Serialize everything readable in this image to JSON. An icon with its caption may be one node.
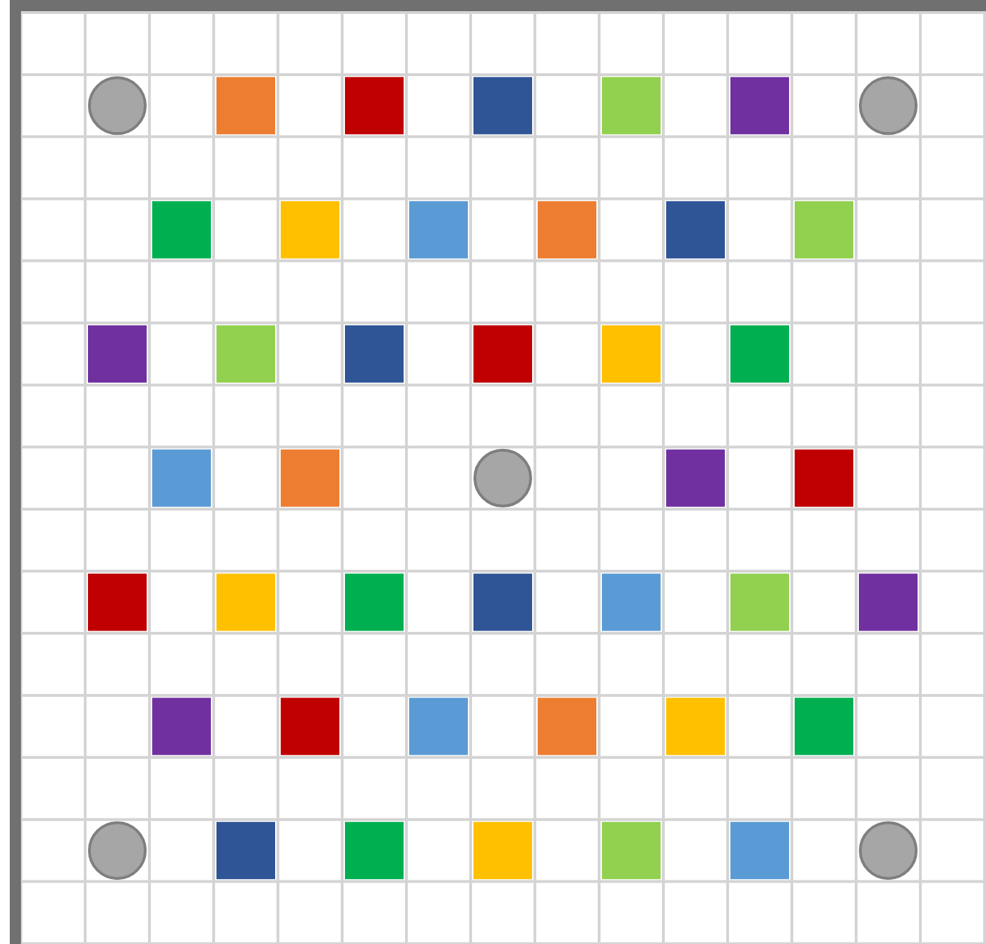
{
  "diagram": {
    "nodes": [
      {
        "text": [],
        "shape": "circle"
      },
      {
        "text": [],
        "shape": "box"
      },
      {
        "text": [],
        "shape": "box"
      },
      {
        "text": [],
        "shape": "box"
      },
      {
        "text": [],
        "shape": "box"
      },
      {
        "text": [],
        "shape": "box"
      },
      {
        "text": [],
        "shape": "circle"
      },
      {
        "text": [],
        "shape": "box"
      },
      {
        "text": [],
        "shape": "box"
      },
      {
        "text": [],
        "shape": "box"
      },
      {
        "text": [],
        "shape": "box"
      },
      {
        "text": [],
        "shape": "box"
      },
      {
        "text": [],
        "shape": "box"
      },
      {
        "text": [],
        "shape": "box"
      },
      {
        "text": [],
        "shape": "box"
      },
      {
        "text": [],
        "shape": "box"
      },
      {
        "text": [],
        "shape": "box"
      },
      {
        "text": [],
        "shape": "box"
      },
      {
        "text": [],
        "shape": "box"
      },
      {
        "text": [],
        "shape": "box"
      },
      {
        "text": [],
        "shape": "box"
      },
      {
        "text": [],
        "shape": "circle"
      },
      {
        "text": [],
        "shape": "box"
      },
      {
        "text": [],
        "shape": "box"
      },
      {
        "text": [],
        "shape": "box"
      },
      {
        "text": [],
        "shape": "box"
      },
      {
        "text": [],
        "shape": "box"
      },
      {
        "text": [],
        "shape": "box"
      },
      {
        "text": [],
        "shape": "box"
      },
      {
        "text": [],
        "shape": "box"
      },
      {
        "text": [],
        "shape": "box"
      },
      {
        "text": [],
        "shape": "box"
      },
      {
        "text": [],
        "shape": "box"
      },
      {
        "text": [],
        "shape": "box"
      },
      {
        "text": [],
        "shape": "box"
      },
      {
        "text": [],
        "shape": "box"
      },
      {
        "text": [],
        "shape": "box"
      },
      {
        "text": [],
        "shape": "circle"
      },
      {
        "text": [],
        "shape": "box"
      },
      {
        "text": [],
        "shape": "box"
      },
      {
        "text": [],
        "shape": "box"
      },
      {
        "text": [],
        "shape": "box"
      },
      {
        "text": [],
        "shape": "box"
      },
      {
        "text": [],
        "shape": "circle"
      }
    ]
  }
}
